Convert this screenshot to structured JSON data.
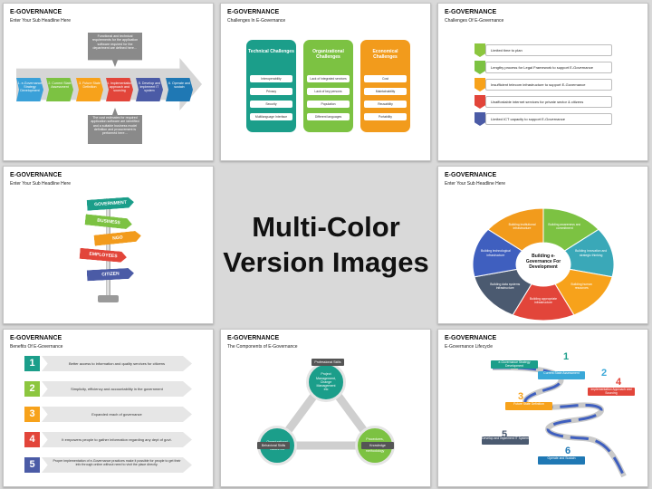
{
  "title": "E-GOVERNANCE",
  "center": {
    "line1": "Multi-Color",
    "line2": "Version Images"
  },
  "slide1": {
    "sub": "Enter Your Sub Headline Here",
    "top_box": "Functional and technical requirements for the application software required for the department are defined here…",
    "bottom_box": "The cost estimates for required application software are identified and a suitable business model definition and procurement is performed here…",
    "steps": [
      "1. e-Governance Strategy Development",
      "2. Current State Assessment",
      "3. Future State Definition",
      "4. Implementation approach and sourcing",
      "5. Develop and implement IT system",
      "6. Operate and sustain"
    ],
    "colors": [
      "#3aa0d8",
      "#7cc242",
      "#f7a21b",
      "#e2453a",
      "#4b5ba6",
      "#1f78b4"
    ]
  },
  "slide2": {
    "sub": "Challenges In E-Governance",
    "cols": [
      {
        "title": "Technical Challenges",
        "color": "#1b9e8a",
        "items": [
          "Interoperability",
          "Privacy",
          "Security",
          "Multilanguage Interface"
        ]
      },
      {
        "title": "Organizational Challenges",
        "color": "#7cc242",
        "items": [
          "Lack of integrated services",
          "Lack of key persons",
          "Population",
          "Different languages"
        ]
      },
      {
        "title": "Economical Challenges",
        "color": "#f29b1c",
        "items": [
          "Cost",
          "Maintainability",
          "Reusability",
          "Portability"
        ]
      }
    ]
  },
  "slide3": {
    "sub": "Challenges Of E-Governance",
    "items": [
      "Limited time to plan",
      "Lengthy process for Legal Framework to support E-Governance",
      "Insufficient telecom infrastructure to support E-Governance",
      "Unaffordable internet services for private sector & citizens",
      "Limited ICT capacity to support E-Governance"
    ],
    "colors": [
      "#8cc63f",
      "#7cc242",
      "#f7a21b",
      "#e2453a",
      "#4b5ba6"
    ]
  },
  "slide4": {
    "sub": "Enter Your Sub Headline Here",
    "signs": [
      "GOVERNMENT",
      "BUSINESS",
      "NGO",
      "EMPLOYEES",
      "CITIZEN"
    ],
    "colors": [
      "#1b9e8a",
      "#7cc242",
      "#f29b1c",
      "#e2453a",
      "#4b5ba6"
    ]
  },
  "slide6": {
    "sub": "Enter Your Sub Headline Here",
    "center": "Building e-Governance For Development",
    "segments": [
      "Building awareness and commitment",
      "Building innovation and strategic thinking",
      "Building human resources",
      "Building appropriate infrastructure",
      "Building data systems infrastructure",
      "Building technological infrastructure",
      "Building institutional infrastructure"
    ],
    "colors": [
      "#7cc242",
      "#3aa8b8",
      "#f7a21b",
      "#e2453a",
      "#4b5a70",
      "#3f5fbf",
      "#f29b1c"
    ]
  },
  "slide7": {
    "sub": "Benefits Of E-Governance",
    "items": [
      "Better access to information and quality services for citizens",
      "Simplicity, efficiency and accountability in the government",
      "Expanded reach of governance",
      "It empowers people to gather information regarding any dept of govt.",
      "Proper implementation of e-Governance practices make it possible for people to get their info through online without need to visit the place directly."
    ],
    "nums": [
      "1",
      "2",
      "3",
      "4",
      "5"
    ],
    "colors": [
      "#1b9e8a",
      "#8cc63f",
      "#f7a21b",
      "#e2453a",
      "#4b5ba6"
    ]
  },
  "slide8": {
    "sub": "The Components of E-Governance",
    "nodes": [
      "Project Management, Change Management etc",
      "Organizational Behaviors, Values etc",
      "Procedures, Rules, Internet & process methodology"
    ],
    "labels": [
      "Professional Skills",
      "Behavioral Skills",
      "Knowledge"
    ],
    "colors": [
      "#1b9e8a",
      "#1b9e8a",
      "#7cc242"
    ]
  },
  "slide9": {
    "sub": "E-Governance Lifecycle",
    "stages": [
      "e-Governance Strategy Development",
      "Current State Assessment",
      "Future State Definition",
      "Implementation Approach and Sourcing",
      "Develop and implement IT System",
      "Operate and Sustain"
    ],
    "nums": [
      "1",
      "2",
      "3",
      "4",
      "5",
      "6"
    ],
    "colors": [
      "#1b9e8a",
      "#3aa8d8",
      "#f7a21b",
      "#e2453a",
      "#4b5a70",
      "#1f78b4"
    ]
  }
}
